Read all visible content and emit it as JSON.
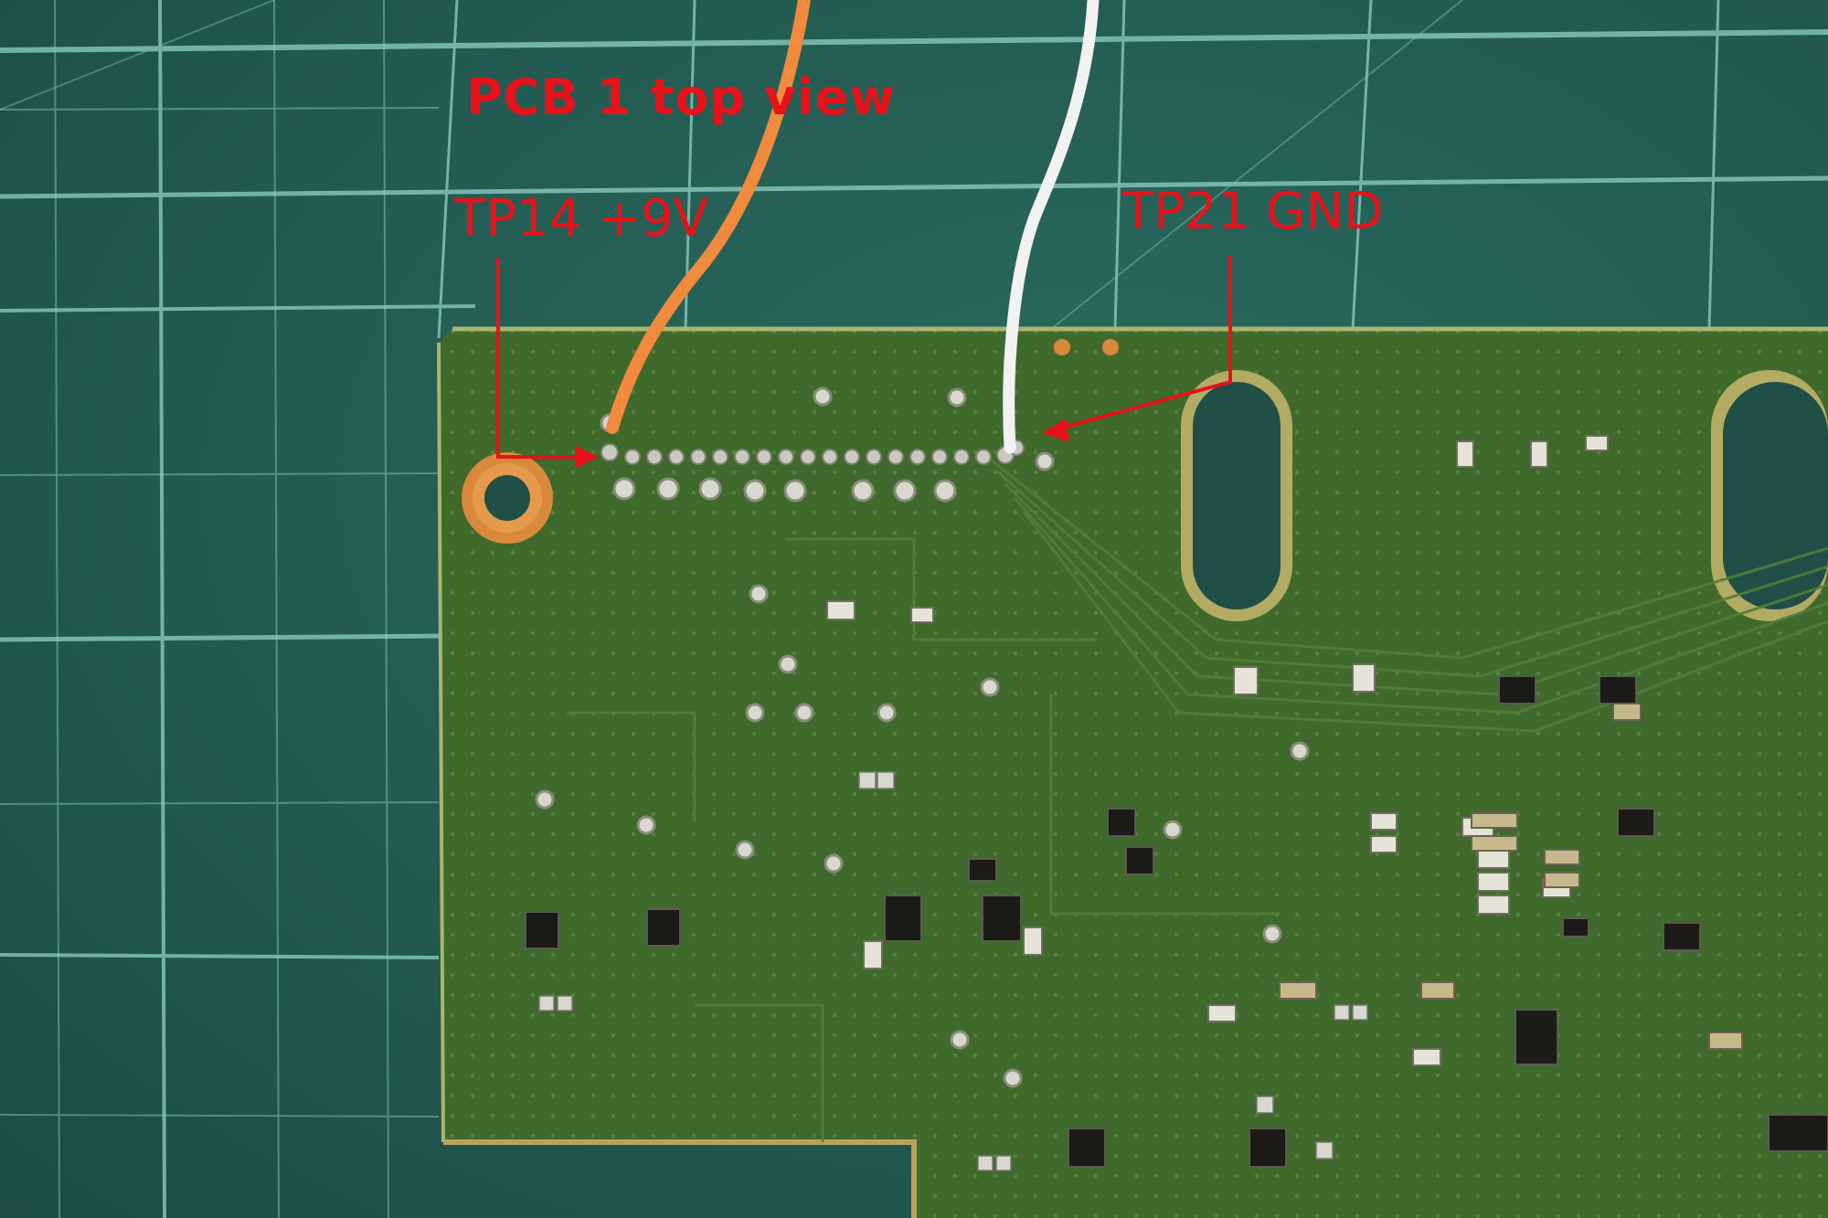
{
  "photo": {
    "subject": "printed circuit board on green cutting mat with two wires soldered to test points",
    "mat_color": "#225a51",
    "grid_color": "#8fd0c6",
    "pcb_color": "#3f6a2c",
    "annotation_color": "#e8121a",
    "wire_colors": {
      "positive": "#f08a3c",
      "ground": "#f2f2f2"
    }
  },
  "annotations": {
    "title": "PCB 1 top view",
    "tp14": "TP14 +9V",
    "tp21": "TP21 GND"
  }
}
